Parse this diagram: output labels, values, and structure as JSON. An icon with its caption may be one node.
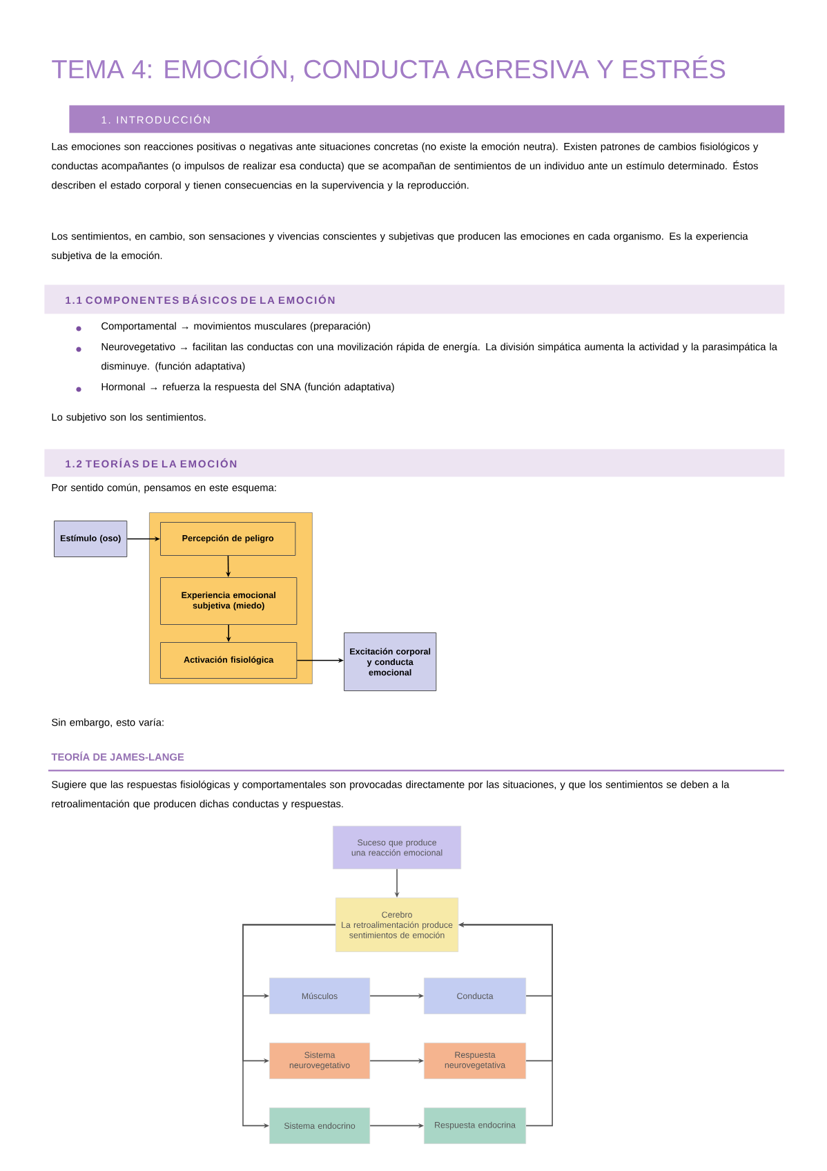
{
  "diagram": {
    "title": "TEMA 4: EMOCIÓN, CONDUCTA AGRESIVA Y ESTRÉS",
    "nodes": [
      {
        "text": [
          "1. INTRODUCCIÓN"
        ]
      },
      {
        "text": [
          "1.1 COMPONENTES BÁSICOS DE LA EMOCIÓN"
        ]
      },
      {
        "text": [
          "1.2 TEORÍAS DE LA EMOCIÓN"
        ]
      },
      {
        "text": [
          "Estímulo (oso)"
        ]
      },
      {
        "text": [],
        "shape": "box"
      },
      {
        "text": [
          "Percepción de peligro"
        ],
        "in": 4
      },
      {
        "text": [
          "Experiencia emocional subjetiva (miedo)"
        ],
        "in": 4
      },
      {
        "text": [
          "Activación fisiológica"
        ],
        "in": 4
      },
      {
        "text": [
          "Excitación corporal y conducta emocional"
        ]
      },
      {
        "text": [
          "Suceso que produce una reacción emocional"
        ]
      },
      {
        "text": [
          "Cerebro",
          "La retroalimentación produce sentimientos de emoción"
        ]
      },
      {
        "text": [
          "Músculos"
        ]
      },
      {
        "text": [
          "Conducta"
        ]
      },
      {
        "text": [
          "Sistema neurovegetativo"
        ]
      },
      {
        "text": [
          "Respuesta neurovegetativa"
        ]
      },
      {
        "text": [
          "Sistema endocrino"
        ]
      },
      {
        "text": [
          "Respuesta endocrina"
        ]
      }
    ],
    "edges": [
      {
        "from": 3,
        "to": 5,
        "arrow": "to"
      },
      {
        "from": 5,
        "to": 6,
        "arrow": "to"
      },
      {
        "from": 6,
        "to": 7,
        "arrow": "to"
      },
      {
        "from": 7,
        "to": 8,
        "arrow": "to"
      },
      {
        "from": 9,
        "to": 10,
        "arrow": "to"
      },
      {
        "from": 10,
        "to": 11,
        "arrow": "to"
      },
      {
        "from": 10,
        "to": 13,
        "arrow": "to"
      },
      {
        "from": 10,
        "to": 15,
        "arrow": "to"
      },
      {
        "from": 11,
        "to": 12,
        "arrow": "to"
      },
      {
        "from": 13,
        "to": 14,
        "arrow": "to"
      },
      {
        "from": 15,
        "to": 16,
        "arrow": "to"
      },
      {
        "from": 12,
        "to": 10,
        "arrow": "to"
      },
      {
        "from": 14,
        "to": 10,
        "arrow": "to"
      },
      {
        "from": 16,
        "to": 10,
        "arrow": "to"
      }
    ],
    "labels": [
      "Las emociones son reacciones positivas o negativas ante situaciones concretas (no existe la emoción neutra). Existen patrones de cambios fisiológicos y conductas acompañantes (o impulsos de realizar esa conducta) que se acompañan de sentimientos de un individuo ante un estímulo determinado. Éstos describen el estado corporal y tienen consecuencias en la supervivencia y la reproducción.",
      "Los sentimientos, en cambio, son sensaciones y vivencias conscientes y subjetivas que producen las emociones en cada organismo. Es la experiencia subjetiva de la emoción.",
      "Comportamental → movimientos musculares (preparación)",
      "Neurovegetativo → facilitan las conductas con una movilización rápida de energía. La división simpática aumenta la actividad y la parasimpática la disminuye. (función adaptativa)",
      "Hormonal → refuerza la respuesta del SNA (función adaptativa)",
      "Lo subjetivo son los sentimientos.",
      "Por sentido común, pensamos en este esquema:",
      "Sin embargo, esto varía:",
      "TEORÍA DE JAMES-LANGE",
      "Sugiere que las respuestas fisiológicas y comportamentales son provocadas directamente por las situaciones, y que los sentimientos se deben a la retroalimentación que producen dichas conductas y respuestas."
    ]
  }
}
